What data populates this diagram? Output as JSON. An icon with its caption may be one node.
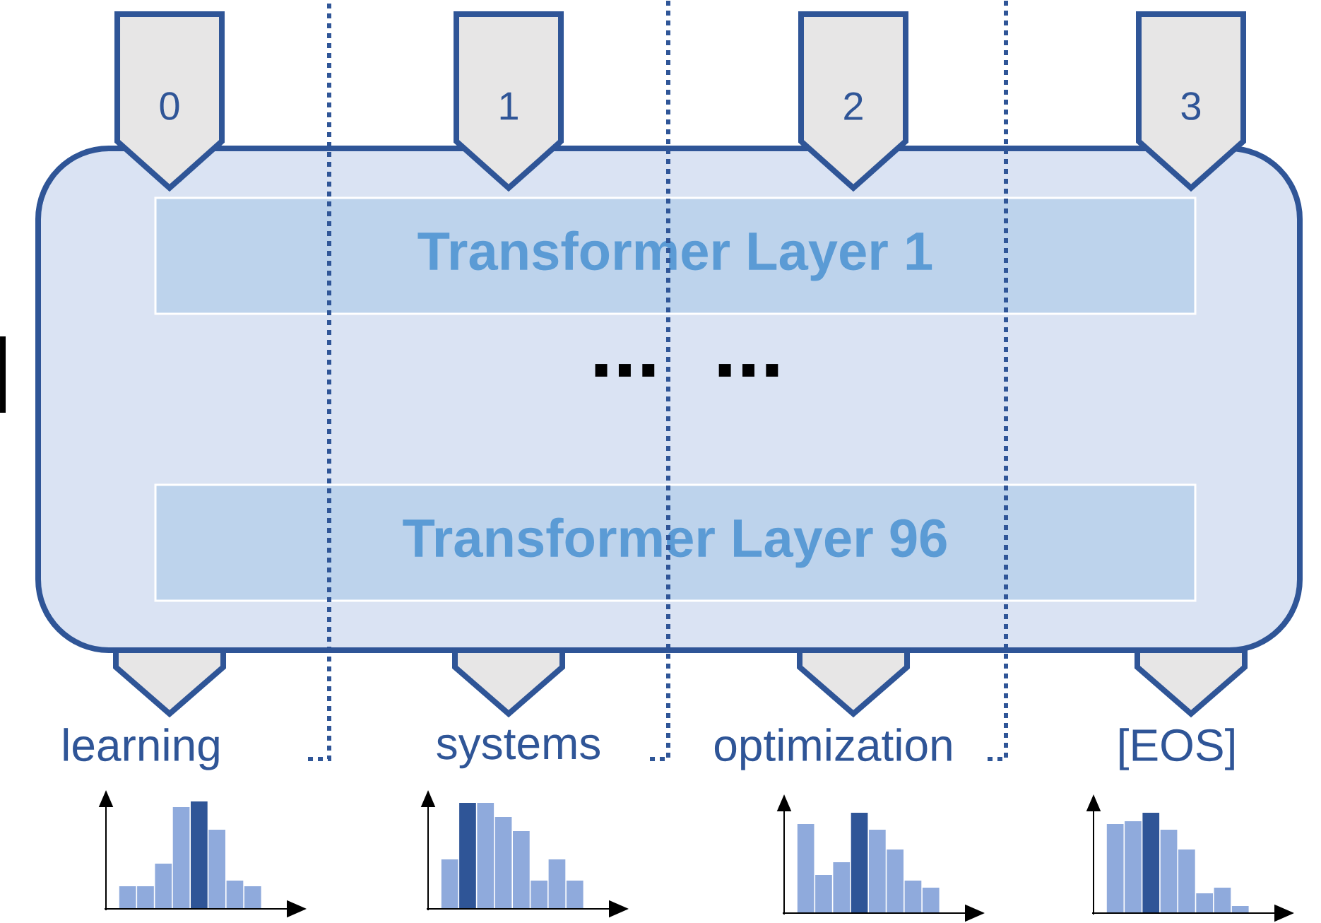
{
  "diagram": {
    "nodes": [
      {
        "text": [],
        "shape": "box"
      },
      {
        "text": [
          "Transformer Layer 1"
        ],
        "in": 0
      },
      {
        "text": [
          "Transformer Layer 96"
        ],
        "in": 0
      },
      {
        "text": [
          "0"
        ]
      },
      {
        "text": [
          "1"
        ]
      },
      {
        "text": [
          "2"
        ]
      },
      {
        "text": [
          "3"
        ]
      },
      {
        "text": [],
        "shape": "pentagon",
        "beside": [
          "learning"
        ]
      },
      {
        "text": [],
        "shape": "pentagon",
        "beside": [
          "systems"
        ]
      },
      {
        "text": [],
        "shape": "pentagon",
        "beside": [
          "optimization"
        ]
      },
      {
        "text": [],
        "shape": "pentagon",
        "beside": [
          "[EOS]"
        ]
      }
    ],
    "edges": [
      {
        "from": 7,
        "to": null,
        "arrow": "none",
        "style": "dashed"
      },
      {
        "from": 8,
        "to": null,
        "arrow": "none",
        "style": "dashed"
      },
      {
        "from": 9,
        "to": null,
        "arrow": "none",
        "style": "dashed"
      }
    ],
    "labels": [
      "... ..."
    ]
  }
}
